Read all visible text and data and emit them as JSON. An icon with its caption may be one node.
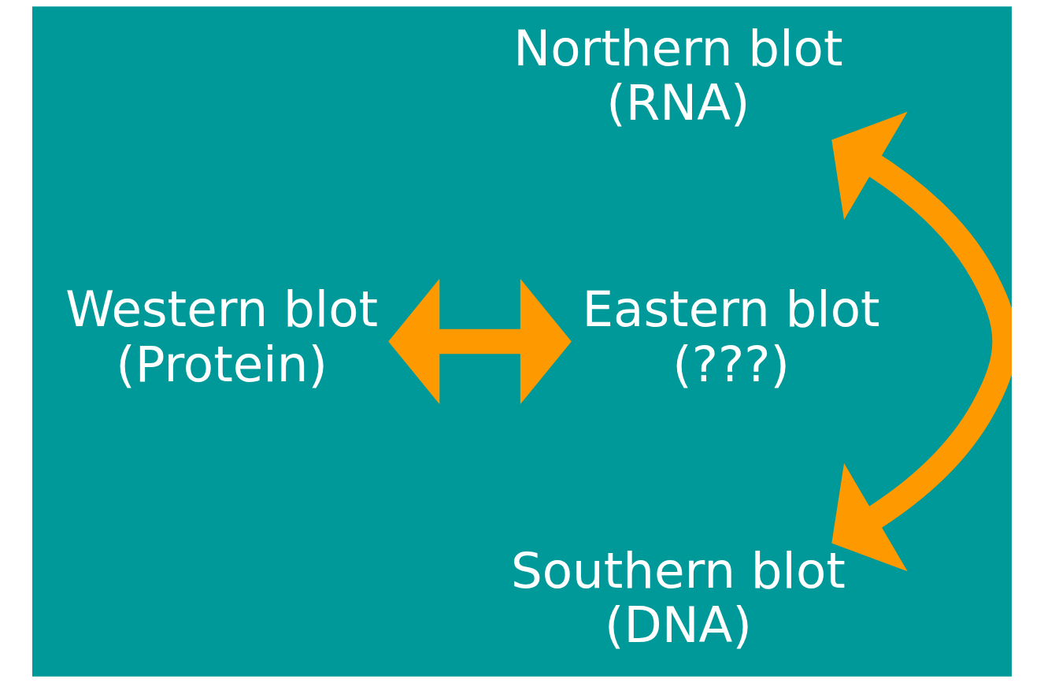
{
  "diagram": {
    "nodes": [
      {
        "text": [
          "Northern blot",
          "(RNA)"
        ]
      },
      {
        "text": [
          "Western blot",
          "(Protein)"
        ]
      },
      {
        "text": [
          "Eastern blot",
          "(???)"
        ]
      },
      {
        "text": [
          "Southern blot",
          "(DNA)"
        ]
      }
    ],
    "edges": [
      {
        "from": 0,
        "to": 3,
        "arrow": "both"
      },
      {
        "from": 1,
        "to": 2,
        "arrow": "both"
      }
    ]
  }
}
